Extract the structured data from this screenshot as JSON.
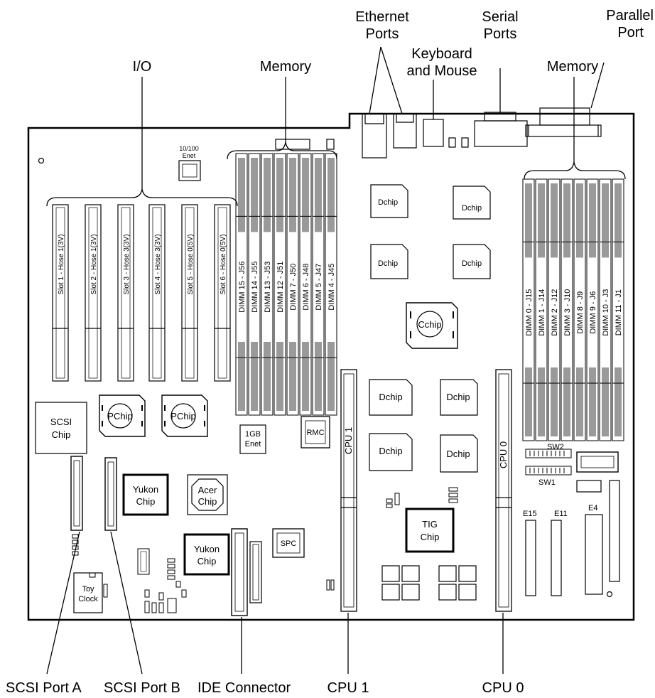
{
  "callouts": {
    "io": "I/O",
    "memory_left": "Memory",
    "ethernet_ports": [
      "Ethernet",
      "Ports"
    ],
    "keyboard_mouse": [
      "Keyboard",
      "and Mouse"
    ],
    "serial_ports": [
      "Serial",
      "Ports"
    ],
    "parallel_port": [
      "Parallel",
      "Port"
    ],
    "memory_right": "Memory",
    "scsi_port_a": "SCSI Port A",
    "scsi_port_b": "SCSI Port B",
    "ide_connector": "IDE Connector",
    "cpu1": "CPU 1",
    "cpu0": "CPU 0"
  },
  "board": {
    "enet_100": [
      "10/100",
      "Enet"
    ],
    "enet_1gb": [
      "1GB",
      "Enet"
    ],
    "pci_slots": [
      "Slot 1 - Hose 1(3V)",
      "Slot 2 - Hose 1(3V)",
      "Slot 3 - Hose 3(3V)",
      "Slot 4 - Hose 3(3V)",
      "Slot 5 - Hose 0(5V)",
      "Slot 6 - Hose 0(5V)"
    ],
    "dimm_left": [
      "DIMM 15 - J56",
      "DIMM 14 - J55",
      "DIMM 13 - J53",
      "DIMM 12 - J51",
      "DIMM 7 - J50",
      "DIMM 6 - J48",
      "DIMM 5 - J47",
      "DIMM 4 - J45"
    ],
    "dimm_right": [
      "DIMM 0 - J15",
      "DIMM 1 - J14",
      "DIMM 2 - J12",
      "DIMM 3 - J10",
      "DIMM 8 - J9",
      "DIMM 9 - J6",
      "DIMM 10 - J3",
      "DIMM 11 - J1"
    ],
    "dchip": "Dchip",
    "cchip": "Cchip",
    "pchip": "PChip",
    "scsi_chip": [
      "SCSI",
      "Chip"
    ],
    "yukon_chip": [
      "Yukon",
      "Chip"
    ],
    "acer_chip": [
      "Acer",
      "Chip"
    ],
    "rmc": "RMC",
    "spc": "SPC",
    "tig_chip": [
      "TIG",
      "Chip"
    ],
    "toy_clock": [
      "Toy",
      "Clock"
    ],
    "cpu1_slot": "CPU 1",
    "cpu0_slot": "CPU 0",
    "sw1": "SW1",
    "sw2": "SW2",
    "e15": "E15",
    "e11": "E11",
    "e4": "E4"
  }
}
